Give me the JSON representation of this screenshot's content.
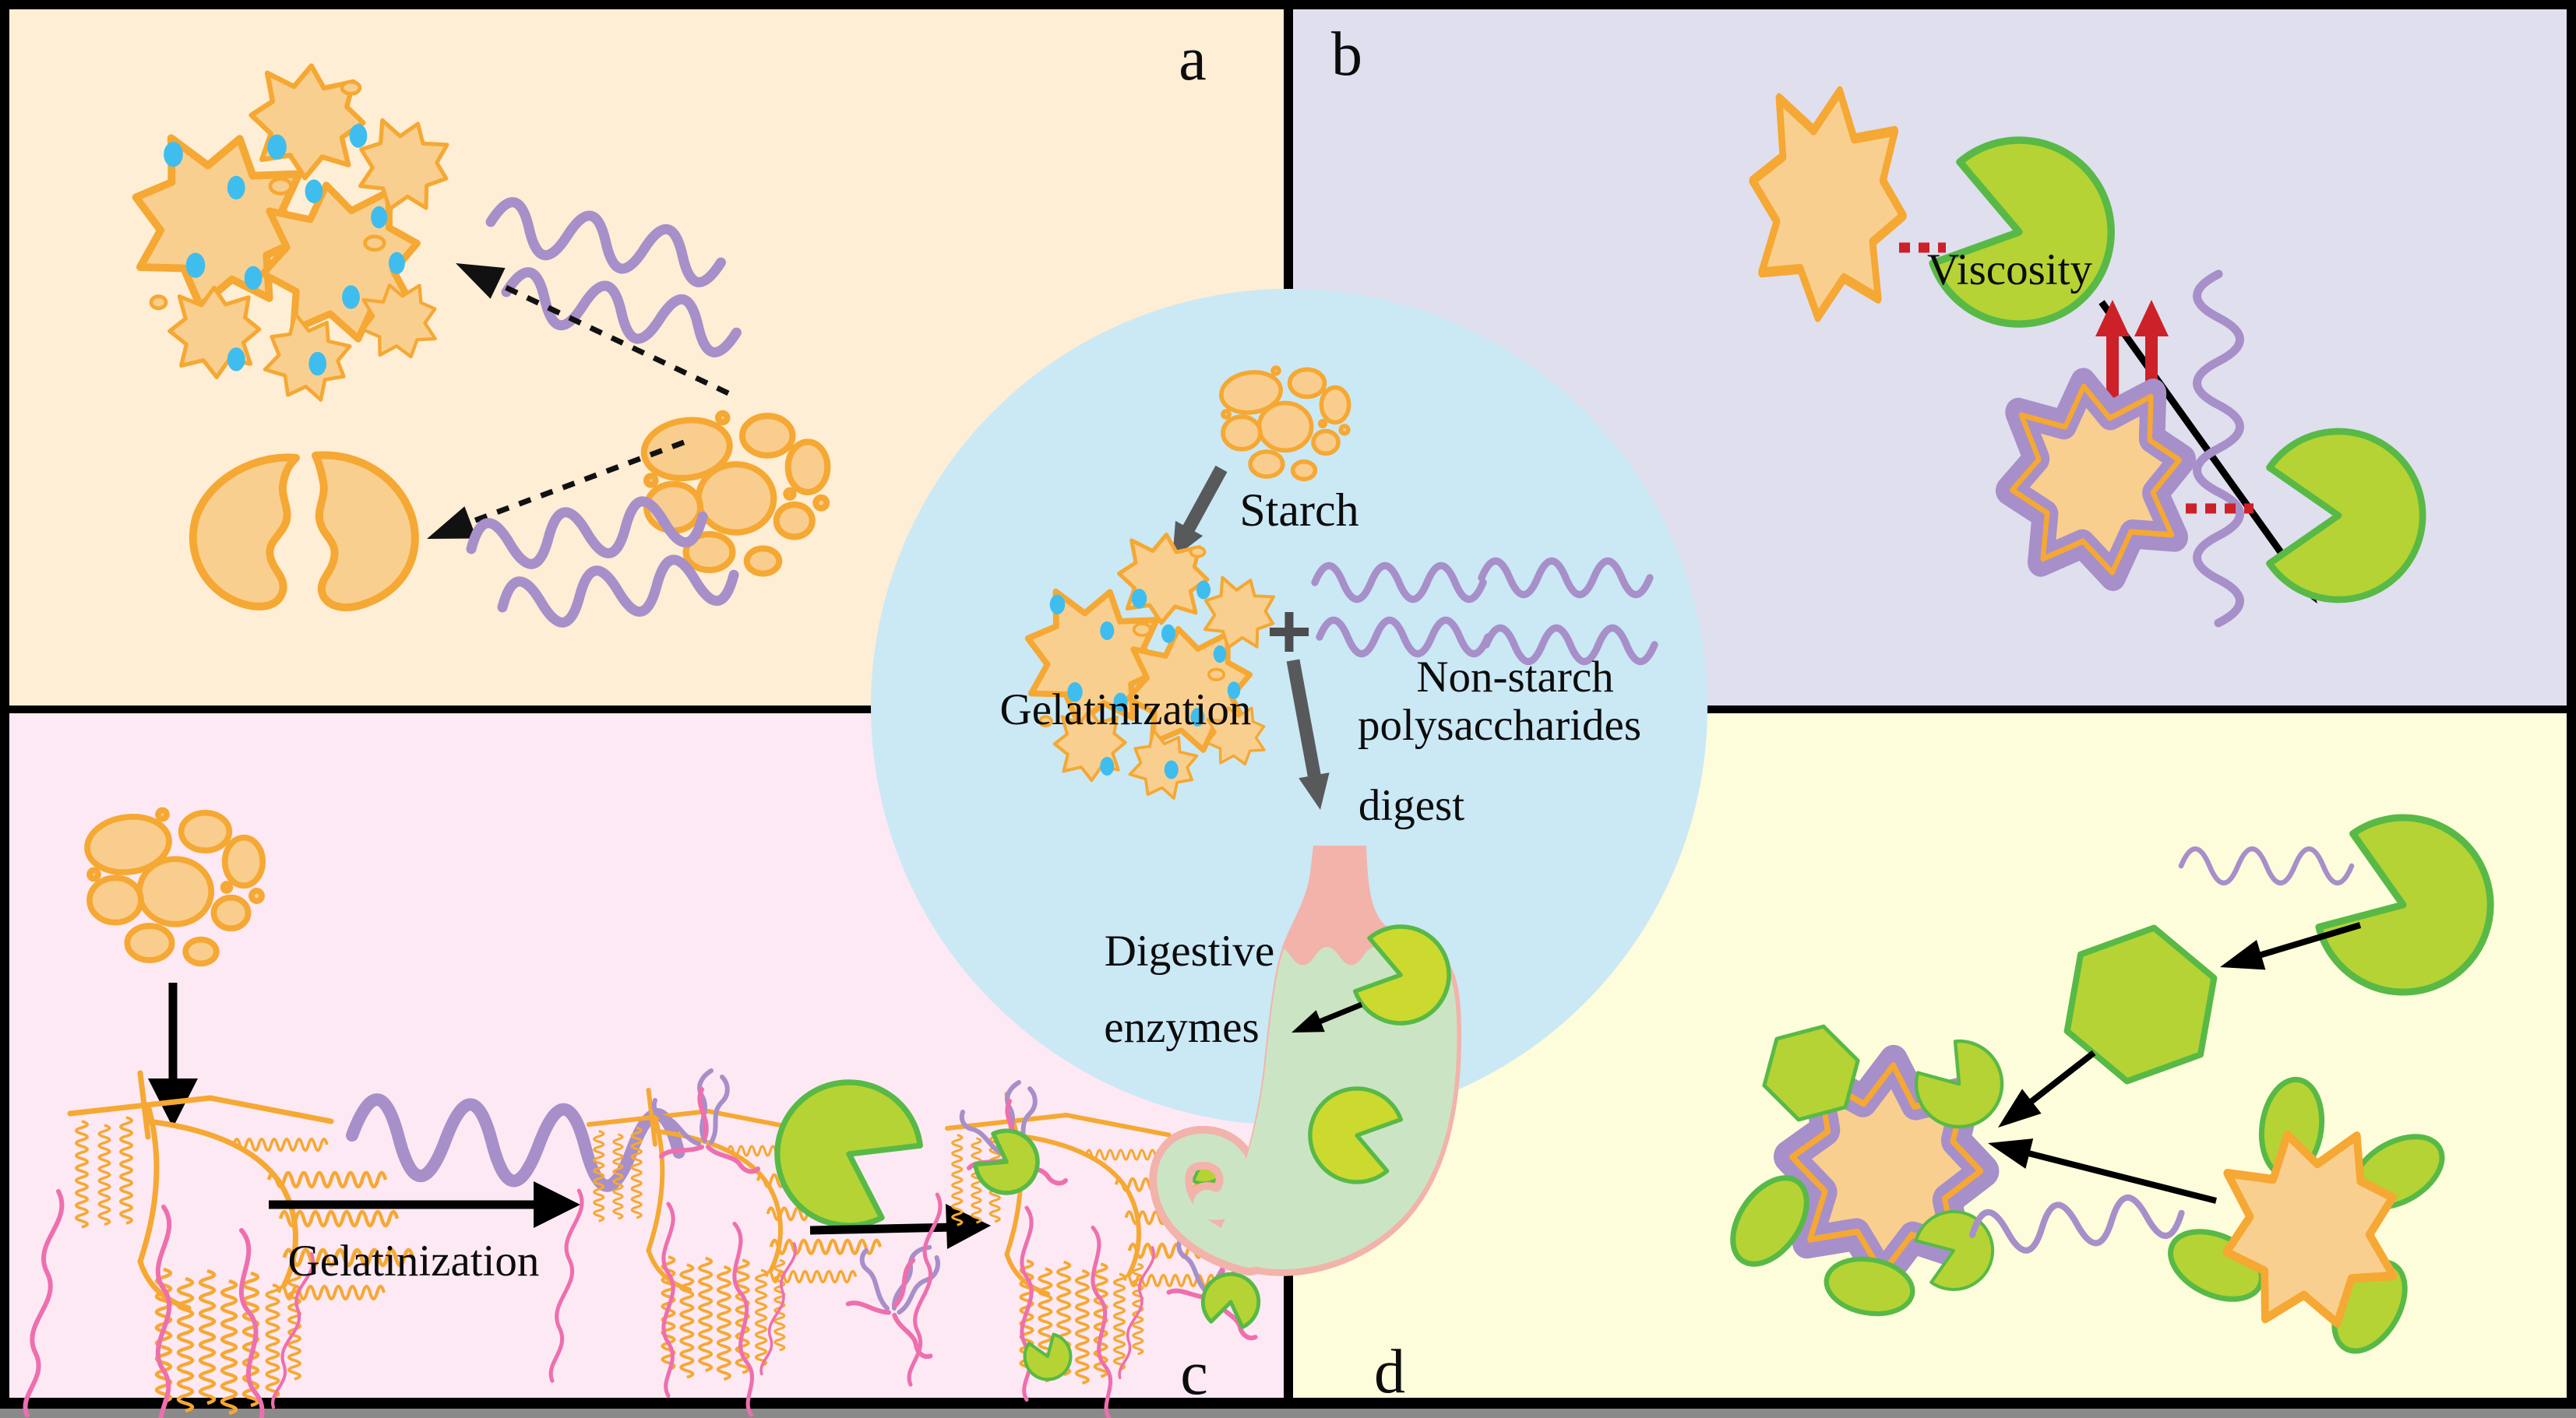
{
  "figure": {
    "title_semantic": "Starch gelatinization and non-starch polysaccharide digestion schematic",
    "panel_a_label": "a",
    "panel_b_label": "b",
    "panel_c_label": "c",
    "panel_d_label": "d",
    "center": {
      "starch": "Starch",
      "plus": "+",
      "gelatinization": "Gelatinization",
      "non_starch_line1": "Non-starch",
      "non_starch_line2": "polysaccharides",
      "non_starch_line3": "digest",
      "digestive_line1": "Digestive",
      "digestive_line2": "enzymes"
    },
    "panel_b": {
      "viscosity": "Viscosity"
    },
    "panel_c": {
      "gelatinization": "Gelatinization"
    },
    "colors": {
      "panel_a_bg": "#fdeed5",
      "panel_b_bg": "#dfdfee",
      "panel_c_bg": "#fce9f3",
      "panel_d_bg": "#fdfcdb",
      "circle_bg": "#cbe8f5",
      "starch_fill": "#f9cf90",
      "starch_outline": "#f5a833",
      "water_dot_blue": "#3fbdee",
      "polysaccharide_purple": "#a78fc9",
      "enzyme_fill": "#b5d334",
      "enzyme_outline": "#58b947",
      "bond_red": "#cc2128",
      "stomach_pink": "#f2b3ab",
      "stomach_green": "#cbe5c4",
      "amylose_pink": "#ee6fae",
      "arrow_gray": "#58595b"
    }
  }
}
